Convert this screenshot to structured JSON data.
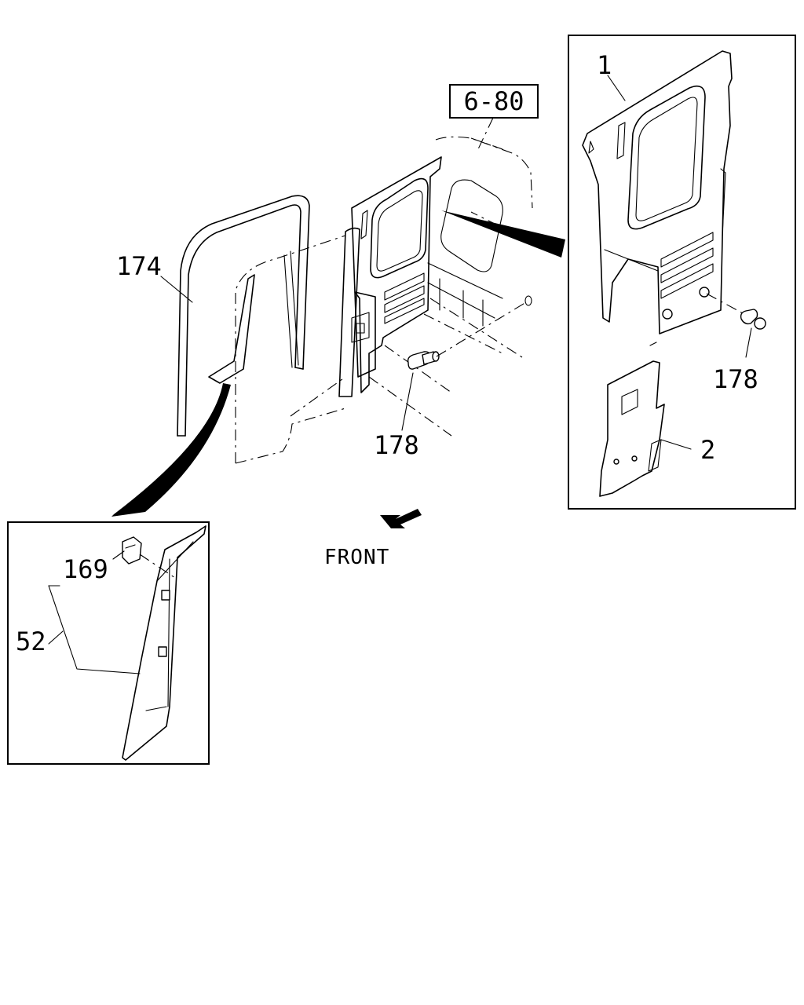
{
  "diagram": {
    "ref_box": "6-80",
    "direction_label": "FRONT",
    "callouts": {
      "trim_panel_upper": "1",
      "trim_panel_lower": "2",
      "pillar_trim": "52",
      "clip": "169",
      "weatherstrip": "174",
      "fastener_main": "178",
      "fastener_inset": "178"
    }
  }
}
